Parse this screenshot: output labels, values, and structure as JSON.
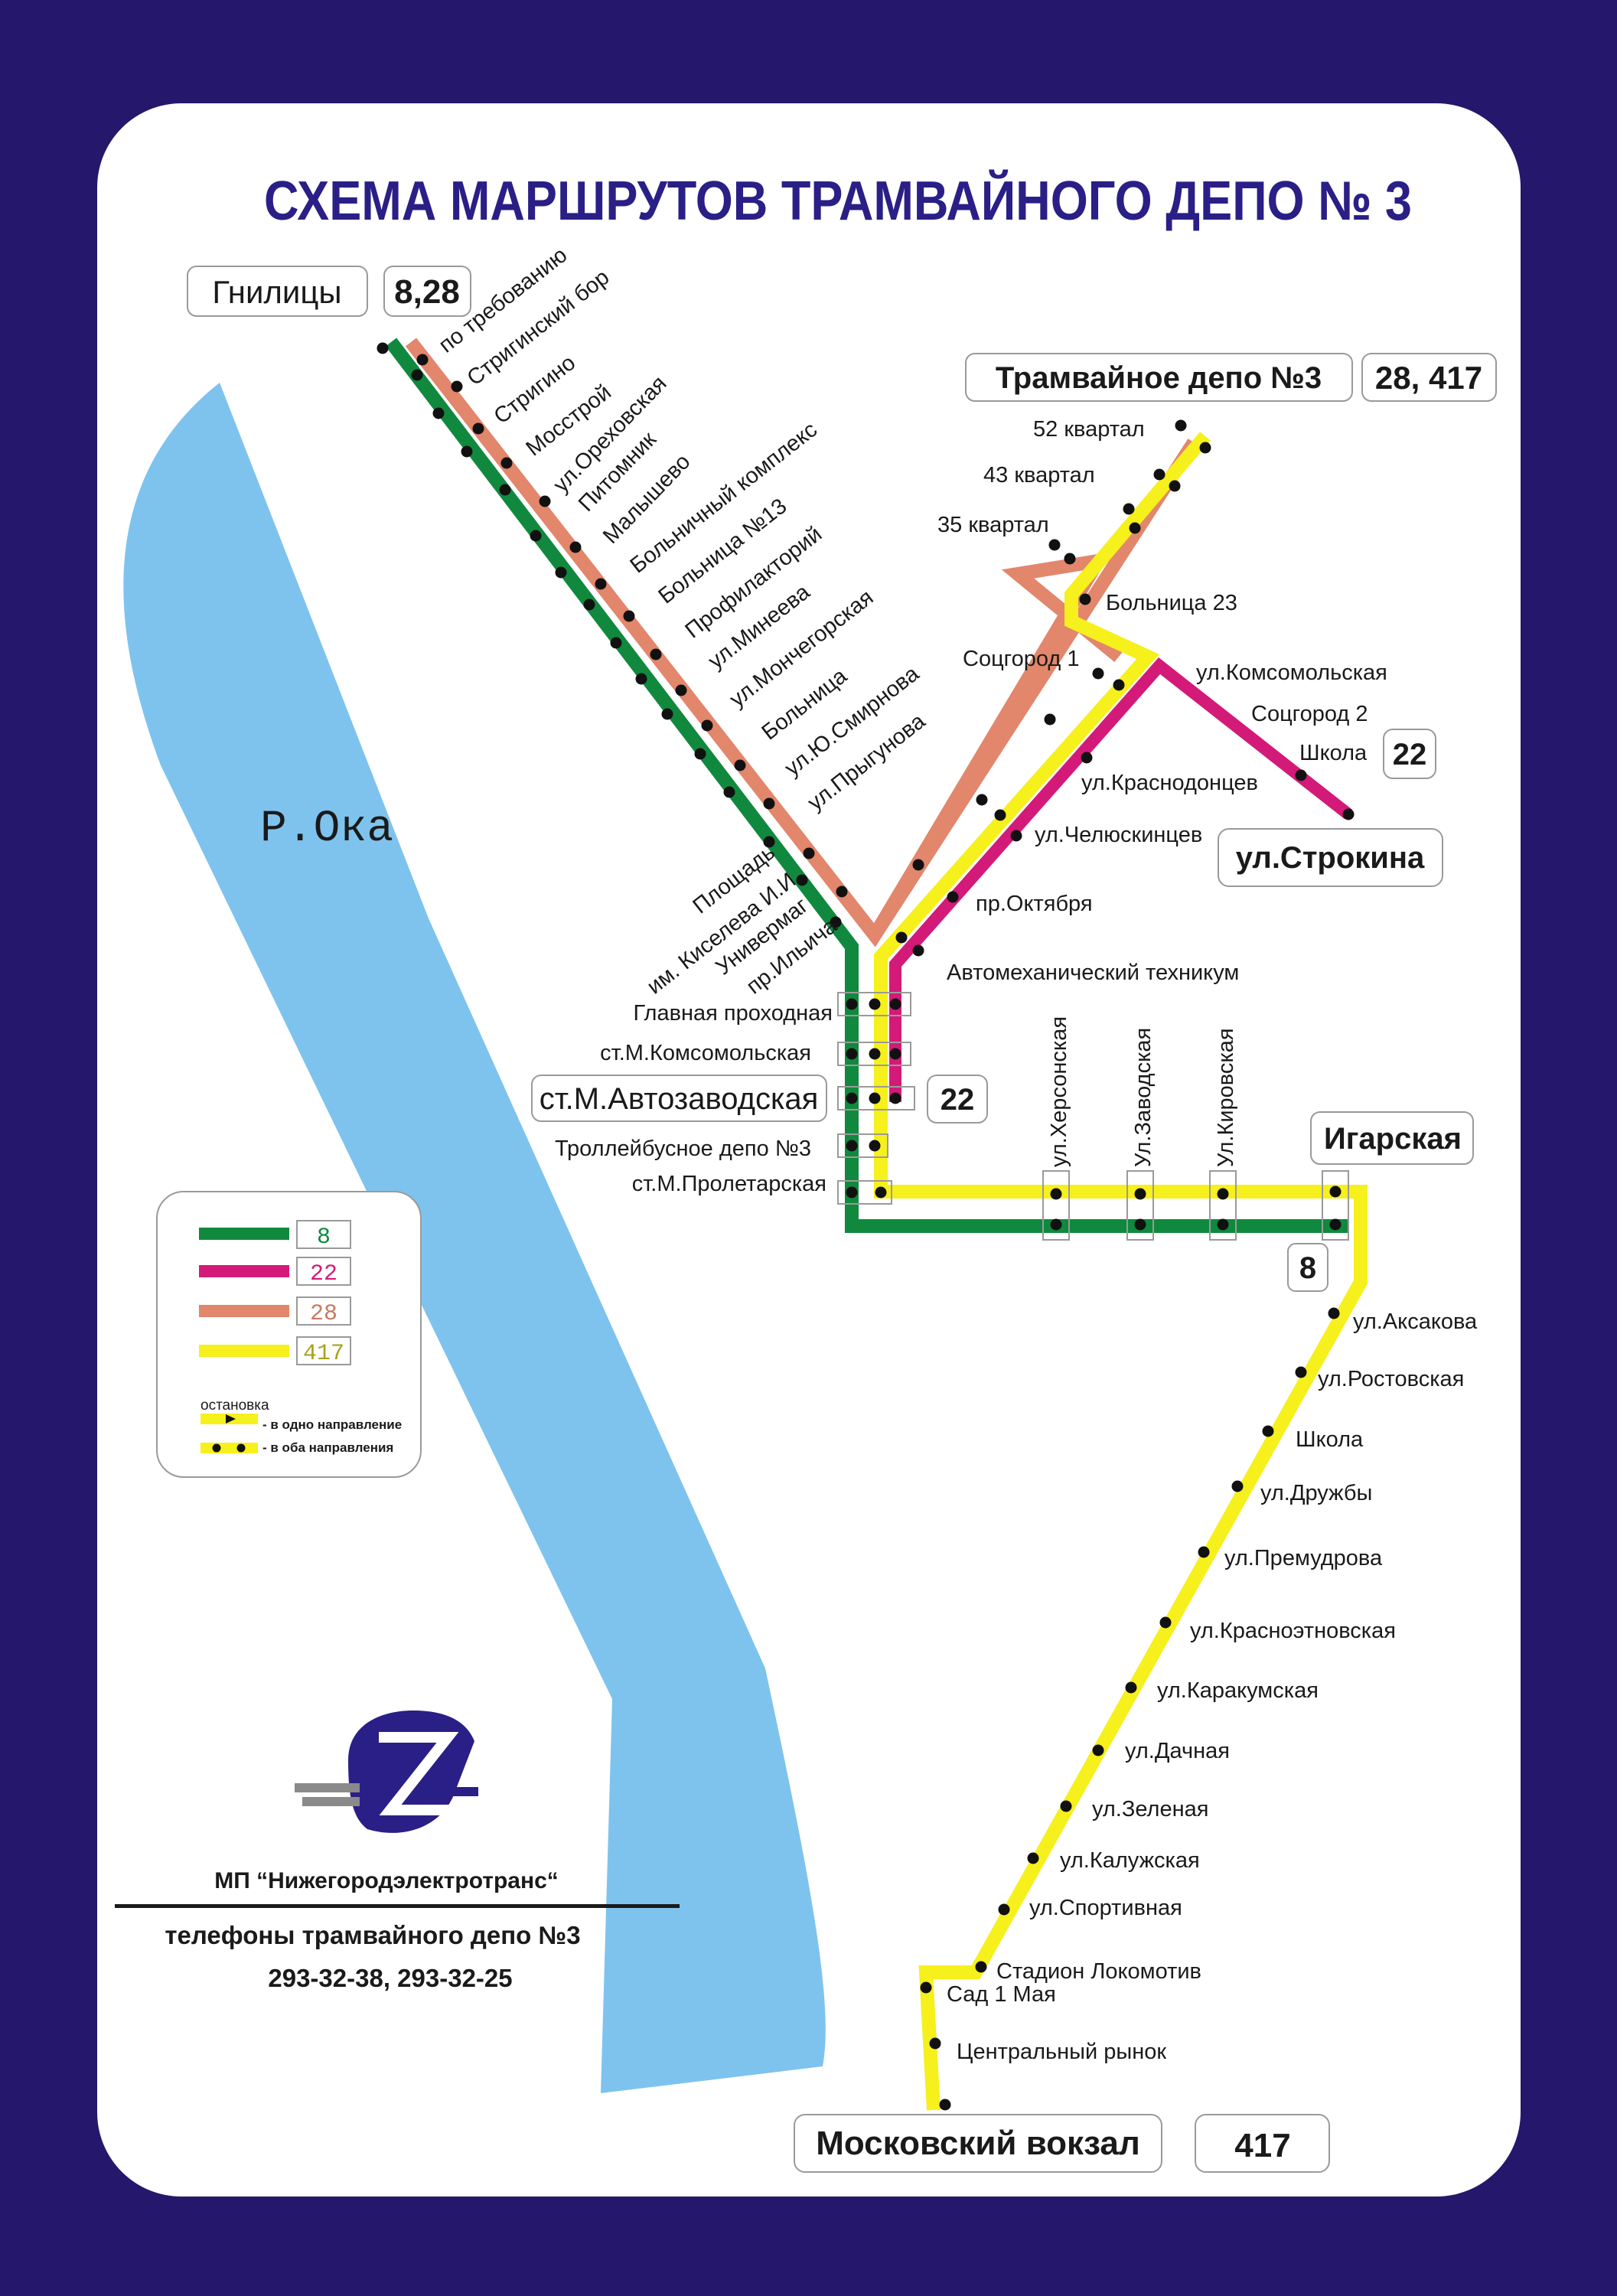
{
  "title": "СХЕМА МАРШРУТОВ ТРАМВАЙНОГО ДЕПО № 3",
  "river_label": "Р.Ока",
  "colors": {
    "background": "#25176b",
    "panel": "#ffffff",
    "river": "#7ec3ee",
    "route_8": "#10893e",
    "route_22": "#d31a78",
    "route_28": "#e2866c",
    "route_417": "#f6f01c",
    "title": "#2a1f86"
  },
  "terminals": {
    "gnilitsy": {
      "name": "Гнилицы",
      "routes": "8,28"
    },
    "depot": {
      "name": "Трамвайное депо №3",
      "routes": "28, 417"
    },
    "strokina": {
      "name": "ул.Строкина",
      "routes": "22"
    },
    "avtozavodskaya": {
      "name": "ст.М.Автозаводская",
      "routes": "22"
    },
    "igarskaya": {
      "name": "Игарская",
      "routes": "8"
    },
    "vokzal": {
      "name": "Московский вокзал",
      "routes": "417"
    }
  },
  "stops": {
    "gnilitsy_line": [
      "по требованию",
      "Стригинский бор",
      "Стригино",
      "Мосстрой",
      "ул.Ореховская",
      "Питомник",
      "Малышево",
      "Больничный комплекс",
      "Больница №13",
      "Профилакторий",
      "ул.Минеева",
      "ул.Мончегорская",
      "Больница",
      "ул.Ю.Смирнова",
      "ул.Прыгунова",
      "Площадь",
      "им. Киселева И.И.",
      "Универмаг",
      "пр.Ильича"
    ],
    "depot_line": [
      "52 квартал",
      "43 квартал",
      "35 квартал",
      "Больница 23",
      "Соцгород 1",
      "ул.Краснодонцев",
      "ул.Челюскинцев",
      "пр.Октября",
      "Автомеханический техникум"
    ],
    "strokina_line": [
      "ул.Комсомольская",
      "Соцгород 2",
      "Школа"
    ],
    "trunk": [
      "Главная проходная",
      "ст.М.Комсомольская",
      "Троллейбусное депо №3",
      "ст.М.Пролетарская"
    ],
    "cross_streets": [
      "ул.Херсонская",
      "Ул.Заводская",
      "Ул.Кировская"
    ],
    "south_line": [
      "ул.Аксакова",
      "ул.Ростовская",
      "Школа",
      "ул.Дружбы",
      "ул.Премудрова",
      "ул.Красноэтновская",
      "ул.Каракумская",
      "ул.Дачная",
      "ул.Зеленая",
      "ул.Калужская",
      "ул.Спортивная",
      "Стадион Локомотив",
      "Сад 1 Мая",
      "Центральный рынок"
    ]
  },
  "legend": {
    "routes": [
      "8",
      "22",
      "28",
      "417"
    ],
    "stop_title": "остановка",
    "one_way": "- в одно направление",
    "two_way": "- в оба направления"
  },
  "footer": {
    "org": "МП “Нижегородэлектротранс“",
    "phones_label": "телефоны трамвайного депо №3",
    "phones": "293-32-38, 293-32-25"
  }
}
